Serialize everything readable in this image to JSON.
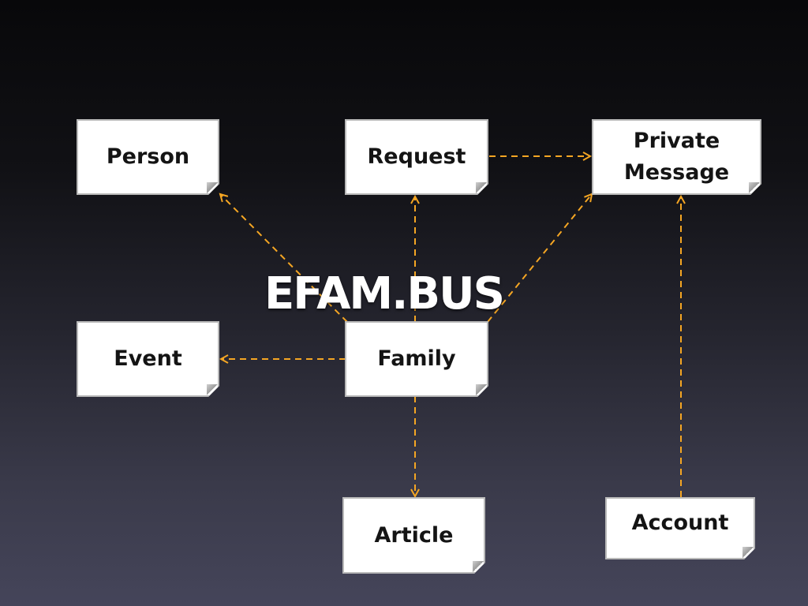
{
  "title": "EFAM.BUS",
  "colors": {
    "edge": "#f5a623",
    "node_fill": "#ffffff",
    "node_border": "#b9b9b9",
    "text": "#141414"
  },
  "nodes": [
    {
      "id": "person",
      "label": "Person"
    },
    {
      "id": "request",
      "label": "Request"
    },
    {
      "id": "private-message",
      "label": "Private\nMessage"
    },
    {
      "id": "event",
      "label": "Event"
    },
    {
      "id": "family",
      "label": "Family"
    },
    {
      "id": "article",
      "label": "Article"
    },
    {
      "id": "account",
      "label": "Account"
    }
  ],
  "edges": [
    {
      "from": "request",
      "to": "private-message"
    },
    {
      "from": "family",
      "to": "person"
    },
    {
      "from": "family",
      "to": "request"
    },
    {
      "from": "family",
      "to": "private-message"
    },
    {
      "from": "family",
      "to": "event"
    },
    {
      "from": "family",
      "to": "article"
    },
    {
      "from": "account",
      "to": "private-message"
    }
  ]
}
